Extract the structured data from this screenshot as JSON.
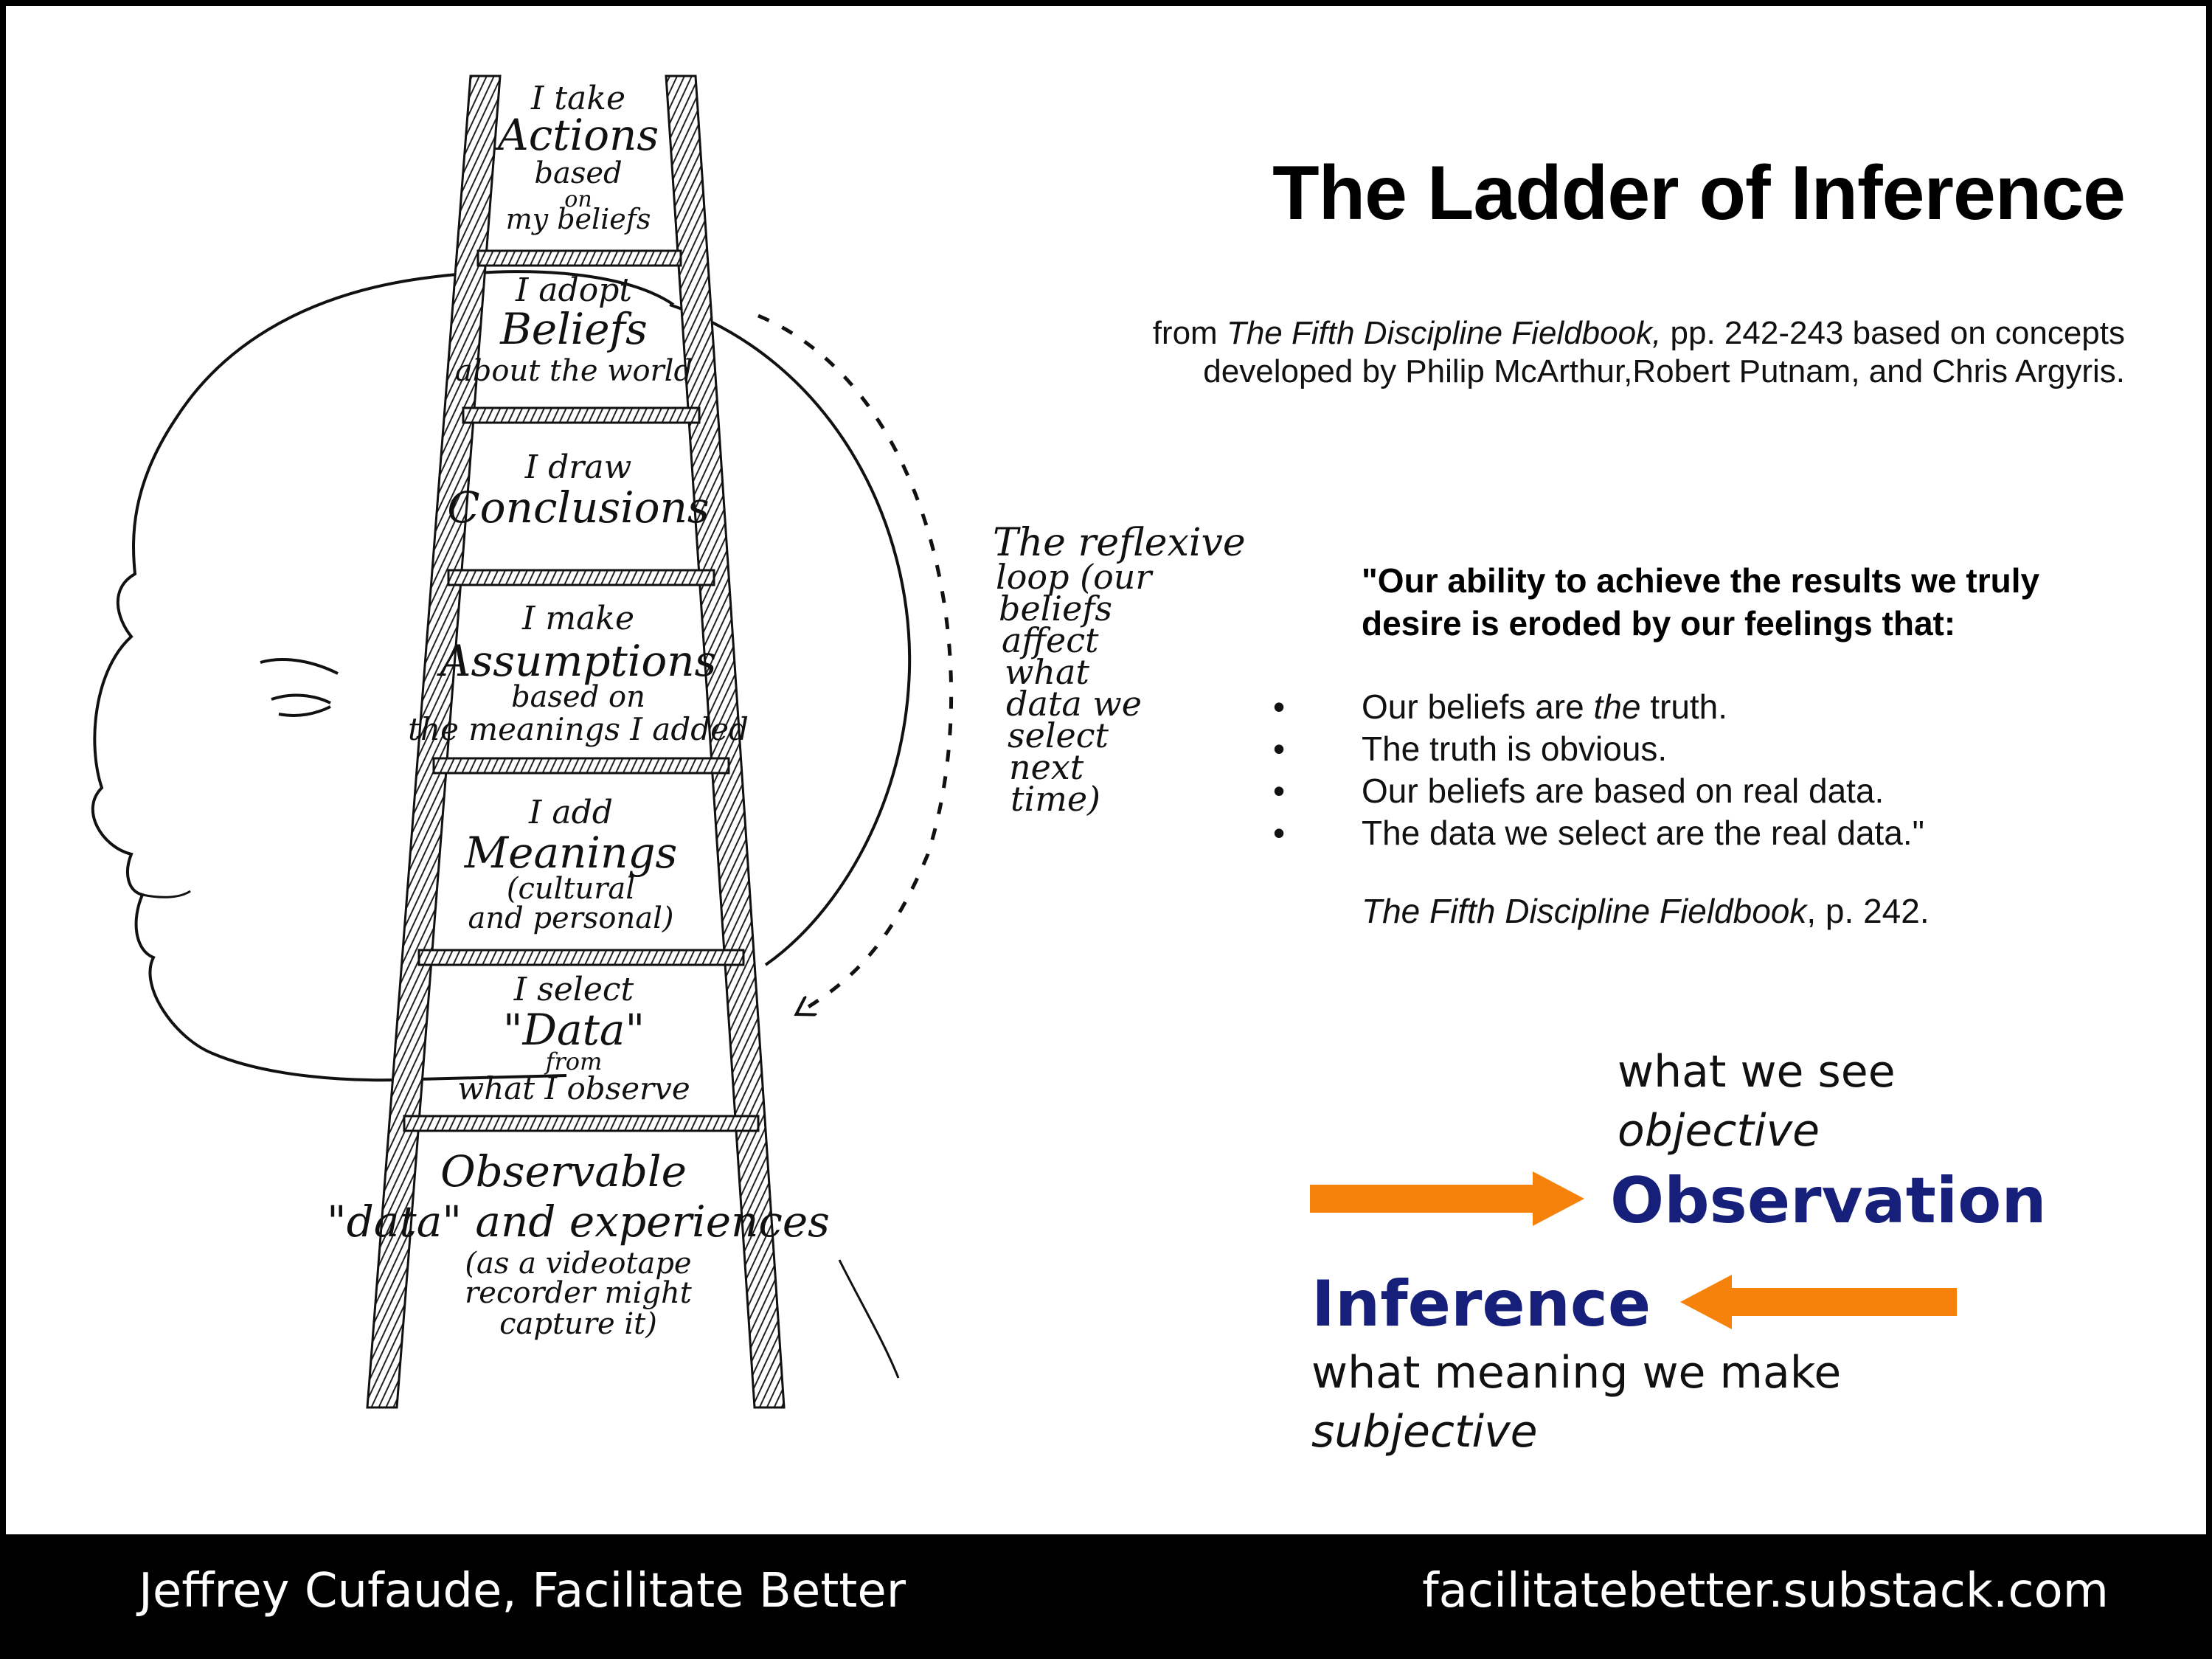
{
  "title": "The Ladder of Inference",
  "source": {
    "prefix": "from ",
    "book": "The Fifth Discipline Fieldbook,",
    "rest": " pp. 242-243 based on concepts",
    "line2": "developed by Philip McArthur,Robert Putnam, and Chris Argyris."
  },
  "ladder": {
    "rungs": [
      {
        "l1": "I take",
        "l2": "Actions",
        "l3": "based",
        "l4": "on",
        "l5": "my beliefs"
      },
      {
        "l1": "I adopt",
        "l2": "Beliefs",
        "l3": "about the world"
      },
      {
        "l1": "I draw",
        "l2": "Conclusions"
      },
      {
        "l1": "I make",
        "l2": "Assumptions",
        "l3": "based on",
        "l4": "the meanings I added"
      },
      {
        "l1": "I add",
        "l2": "Meanings",
        "l3": "(cultural",
        "l4": "and personal)"
      },
      {
        "l1": "I select",
        "l2": "\"Data\"",
        "l3": "from",
        "l4": "what I observe"
      },
      {
        "l1": "Observable",
        "l2": "\"data\" and experiences",
        "l3": "(as a videotape",
        "l4": "recorder might",
        "l5": "capture it)"
      }
    ],
    "loop_note": [
      "The reflexive",
      "loop (our",
      "beliefs",
      "affect",
      "what",
      "data we",
      "select",
      "next",
      "time)"
    ]
  },
  "quote": {
    "intro": "\"Our ability to achieve the results we truly desire is eroded by our feelings that:",
    "bullet_glyph": "•",
    "b1_pre": "Our beliefs are ",
    "b1_em": "the",
    "b1_post": " truth.",
    "b2": "The truth is obvious.",
    "b3": "Our beliefs are based on real data.",
    "b4": "The data we select are the real data.\"",
    "cite_book": "The Fifth Discipline Fieldbook",
    "cite_rest": ", p. 242."
  },
  "observation": {
    "line1": "what we see",
    "line2": "objective",
    "word": "Observation"
  },
  "inference": {
    "word": "Inference",
    "line1": "what meaning we make",
    "line2": "subjective"
  },
  "colors": {
    "arrow": "#f6820c",
    "accent": "#16207a"
  },
  "footer": {
    "left": "Jeffrey Cufaude, Facilitate Better",
    "right": "facilitatebetter.substack.com"
  }
}
